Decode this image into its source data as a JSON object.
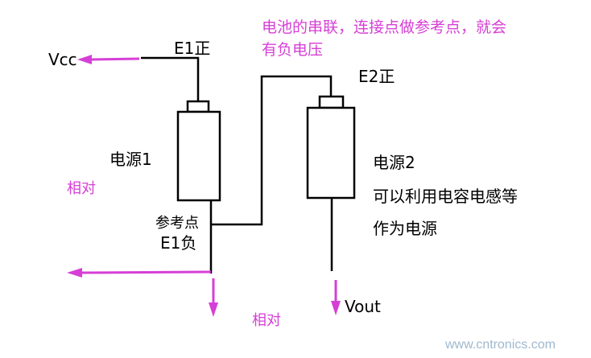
{
  "colors": {
    "wire": "#000000",
    "accent": "#d63fd6",
    "watermark": "#9fb8cf",
    "background": "#ffffff"
  },
  "annotation": {
    "line1": "电池的串联，连接点做参考点，就会",
    "line2": "有负电压"
  },
  "labels": {
    "vcc": "Vcc",
    "e1_pos": "E1正",
    "e2_pos": "E2正",
    "source1": "电源1",
    "source2": "电源2",
    "source2_note1": "可以利用电容电感等",
    "source2_note2": "作为电源",
    "ref_point": "参考点",
    "e1_neg": "E1负",
    "relative_left": "相对",
    "relative_bottom": "相对",
    "vout": "Vout"
  },
  "watermark": "www.cntronics.com"
}
